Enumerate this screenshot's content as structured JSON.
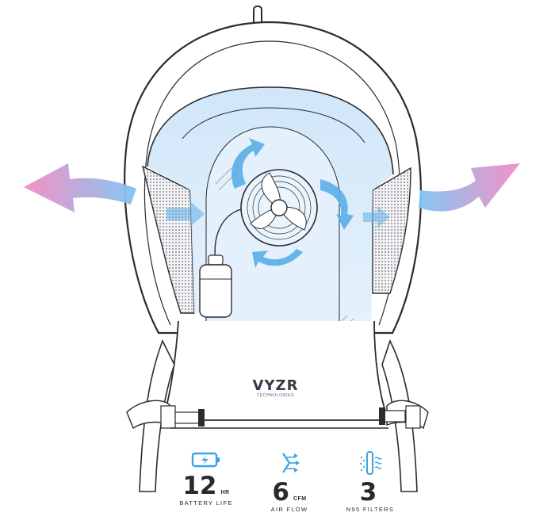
{
  "brand": {
    "name": "VYZR",
    "tagline": "TECHNOLOGIES"
  },
  "specs": [
    {
      "value": "12",
      "unit": "HR",
      "label": "BATTERY LIFE",
      "icon": "battery-icon"
    },
    {
      "value": "6",
      "unit": "CFM",
      "label": "AIR FLOW",
      "icon": "airflow-icon"
    },
    {
      "value": "3",
      "unit": "",
      "label": "N95 FILTERS",
      "icon": "filter-icon"
    }
  ],
  "colors": {
    "accent": "#3aa3e6",
    "arrow_blue": "#6ab8ee",
    "arrow_pink": "#f08ac0",
    "visor_tint": "#dcedfb",
    "outline": "#2b2b30",
    "text": "#2a2a2e"
  }
}
